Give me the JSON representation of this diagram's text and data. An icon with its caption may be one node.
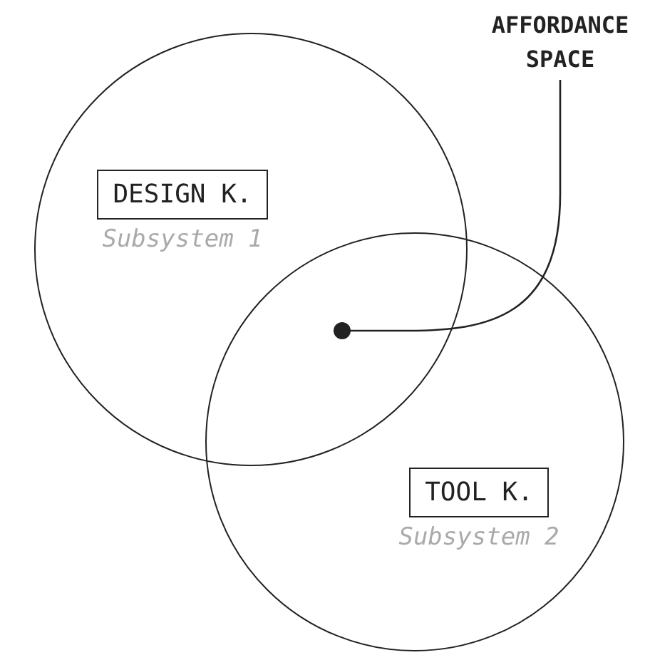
{
  "diagram": {
    "nodes": [
      {
        "text": [],
        "shape": "circle"
      },
      {
        "text": [
          "DESIGN K."
        ],
        "beside": [
          "Subsystem 1"
        ],
        "in": 0
      },
      {
        "text": [],
        "shape": "circle"
      },
      {
        "text": [
          "TOOL K."
        ],
        "beside": [
          "Subsystem 2"
        ],
        "in": 2
      },
      {
        "text": [],
        "shape": "circle"
      },
      {
        "text": [
          "AFFORDANCE SPACE"
        ]
      }
    ],
    "edges": [
      {
        "from": 5,
        "to": 4,
        "arrow": "none"
      }
    ]
  }
}
